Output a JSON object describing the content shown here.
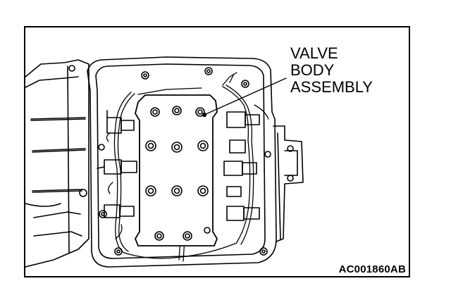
{
  "callout": {
    "line1": "VALVE",
    "line2": "BODY",
    "line3": "ASSEMBLY"
  },
  "figure_code": "AC001860AB"
}
